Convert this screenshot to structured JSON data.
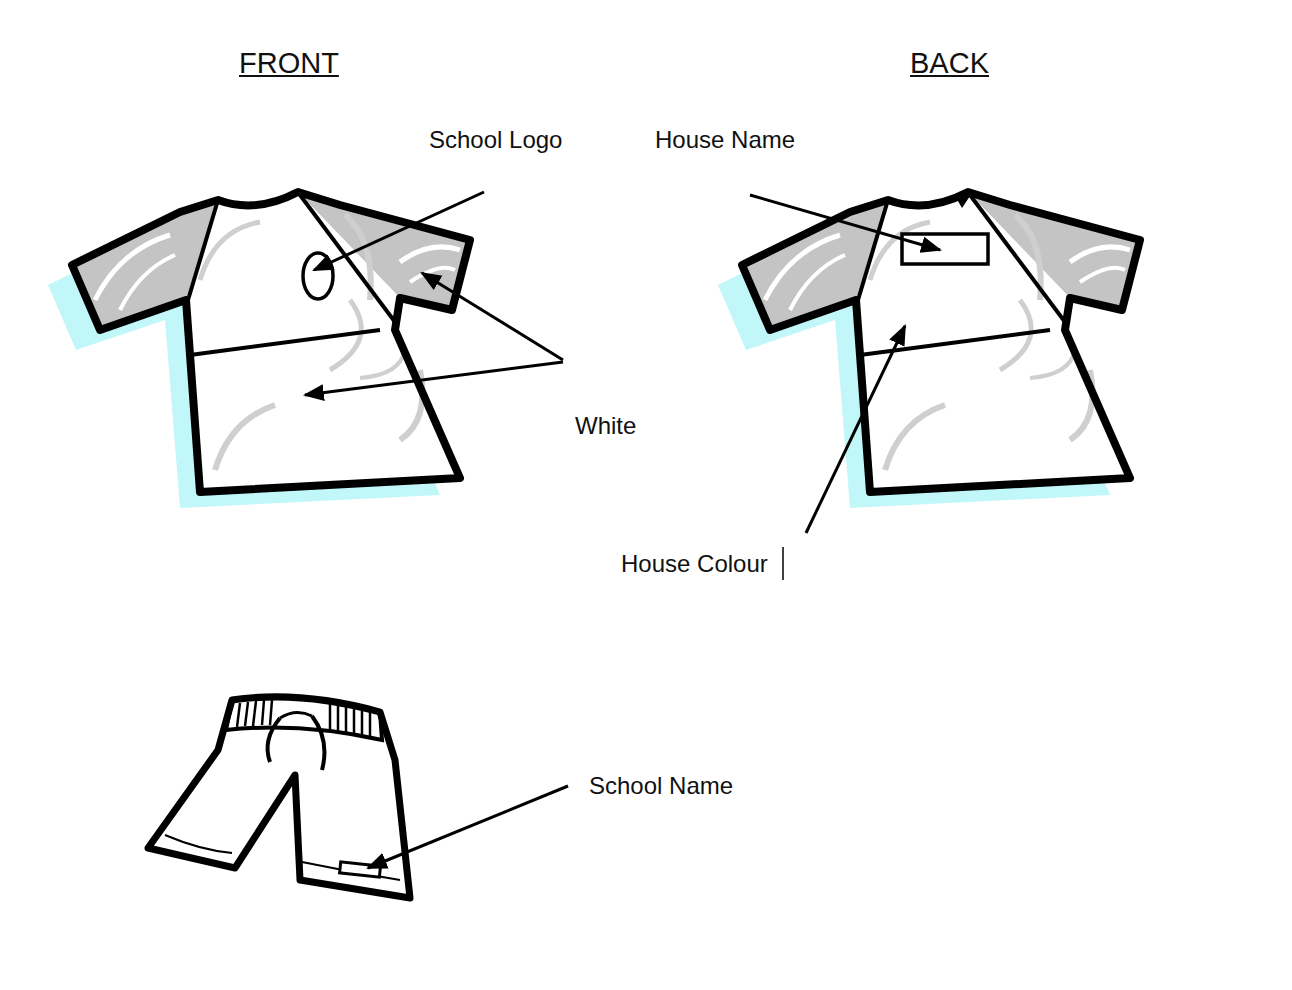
{
  "diagram": {
    "labels": [
      "FRONT",
      "BACK",
      "School Logo",
      "House Name",
      "White",
      "House Colour",
      "School Name"
    ]
  }
}
